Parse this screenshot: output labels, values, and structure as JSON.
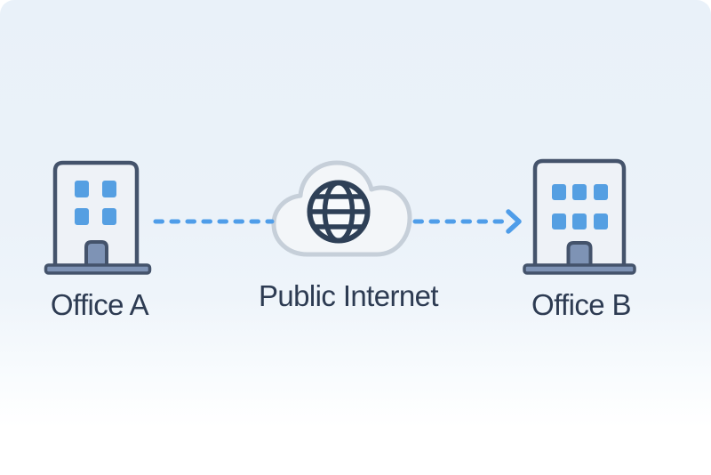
{
  "diagram": {
    "nodes": [
      {
        "id": "office-a",
        "label": "Office A",
        "icon": "building-icon",
        "window_rows": 2,
        "window_cols": 2
      },
      {
        "id": "public-internet",
        "label": "Public Internet",
        "icon": "cloud-globe-icon"
      },
      {
        "id": "office-b",
        "label": "Office B",
        "icon": "building-icon",
        "window_rows": 2,
        "window_cols": 3
      }
    ],
    "connections": [
      {
        "from": "office-a",
        "to": "public-internet",
        "style": "dashed",
        "arrowhead": false
      },
      {
        "from": "public-internet",
        "to": "office-b",
        "style": "dashed",
        "arrowhead": true
      }
    ],
    "colors": {
      "background_top": "#e9f1f9",
      "background_bottom": "#ffffff",
      "connector_blue": "#4f9de9",
      "window_blue": "#559fe2",
      "outline_navy": "#44536b",
      "globe_navy": "#2e4057",
      "label_text": "#2d3b52",
      "cloud_stroke": "#c6cfd9",
      "cloud_fill": "#f3f6f9",
      "building_fill": "#eef2f7",
      "door_slate": "#7e93b5"
    }
  }
}
